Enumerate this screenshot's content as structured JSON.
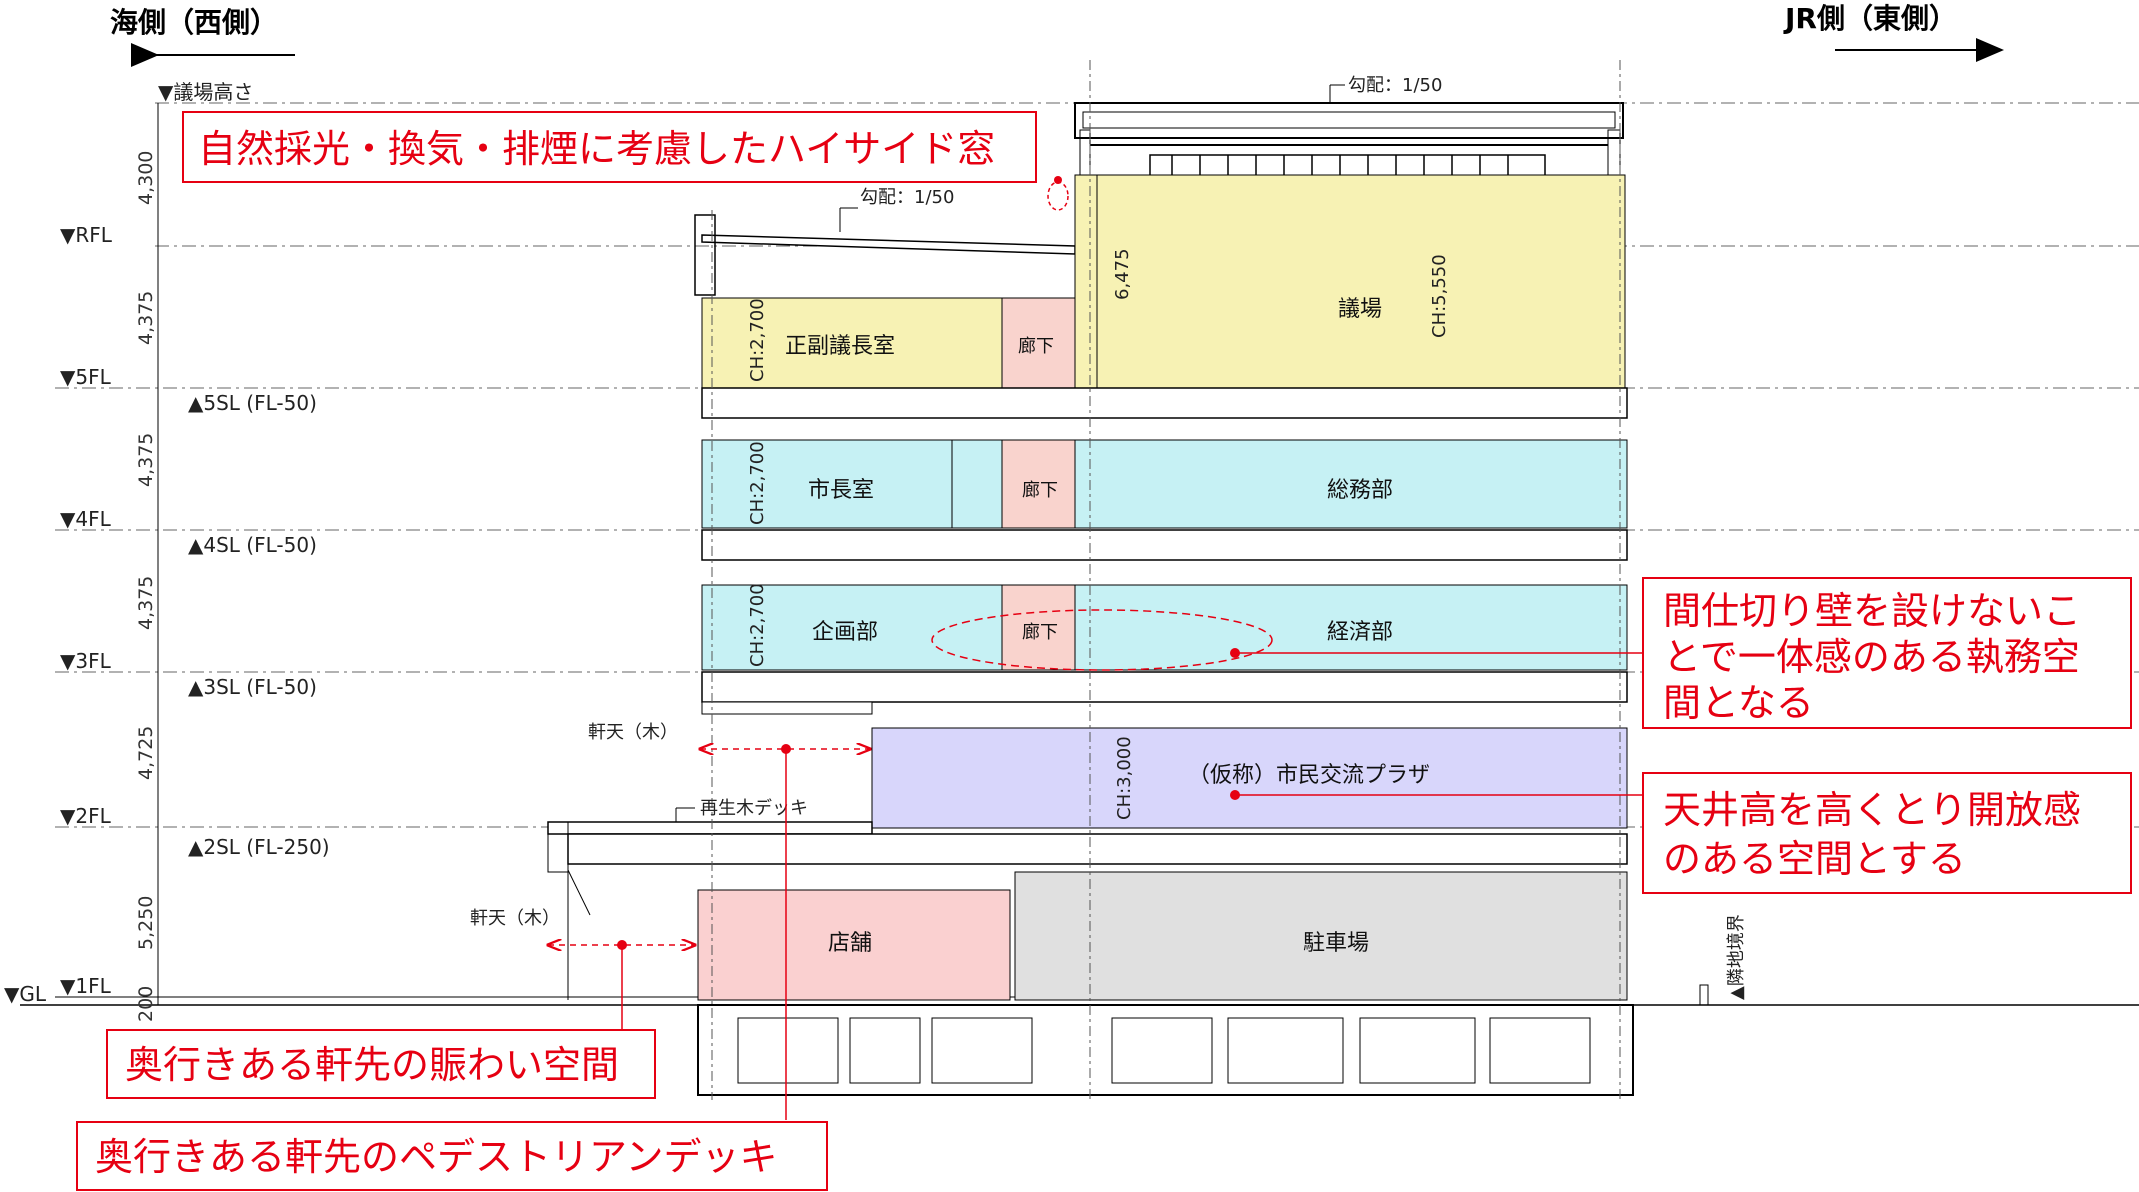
{
  "header": {
    "west": "海側（西側）",
    "east": "JR側（東側）"
  },
  "levels": {
    "assembly_height": "▼議場高さ",
    "rfl": "▼RFL",
    "fl5": "▼5FL",
    "fl4": "▼4FL",
    "fl3": "▼3FL",
    "fl2": "▼2FL",
    "fl1": "▼1FL",
    "gl": "▼GL",
    "sl5": "▲5SL (FL-50)",
    "sl4": "▲4SL (FL-50)",
    "sl3": "▲3SL (FL-50)",
    "sl2": "▲2SL (FL-250)"
  },
  "dimensions": {
    "d1": "4,300",
    "d2": "4,375",
    "d3": "4,375",
    "d4": "4,375",
    "d5": "4,725",
    "d6": "5,250",
    "d7": "200"
  },
  "slopes": {
    "roof_upper": "勾配：1/50",
    "roof_lower": "勾配：1/50"
  },
  "ceiling_heights": {
    "ch_2700": "CH:2,700",
    "ch_5550": "CH:5,550",
    "ch_3000": "CH:3,000",
    "h_6475": "6,475"
  },
  "rooms": {
    "vice_chair": "正副議長室",
    "corridor": "廊下",
    "assembly": "議場",
    "mayor": "市長室",
    "general_affairs": "総務部",
    "planning": "企画部",
    "economy": "経済部",
    "plaza": "（仮称）市民交流プラザ",
    "shop": "店舗",
    "parking": "駐車場"
  },
  "labels": {
    "eave_wood_1": "軒天（木）",
    "eave_wood_2": "軒天（木）",
    "recycled_deck": "再生木デッキ",
    "boundary": "▲隣地境界"
  },
  "callouts": {
    "high_side_window": "自然採光・換気・排煙に考慮したハイサイド窓",
    "office_line1": "間仕切り壁を設けないこ",
    "office_line2": "とで一体感のある執務空",
    "office_line3": "間となる",
    "ceiling_line1": "天井高を高くとり開放感",
    "ceiling_line2": "のある空間とする",
    "eaves_space": "奥行きある軒先の賑わい空間",
    "ped_deck": "奥行きある軒先のペデストリアンデッキ"
  },
  "colors": {
    "yellow": "#f7f2b4",
    "cyan": "#c6f1f4",
    "pink": "#f9d3cd",
    "lavender": "#d8d6fb",
    "shop_pink": "#fad0d0",
    "gray": "#e0e0e0",
    "red": "#e60012"
  }
}
